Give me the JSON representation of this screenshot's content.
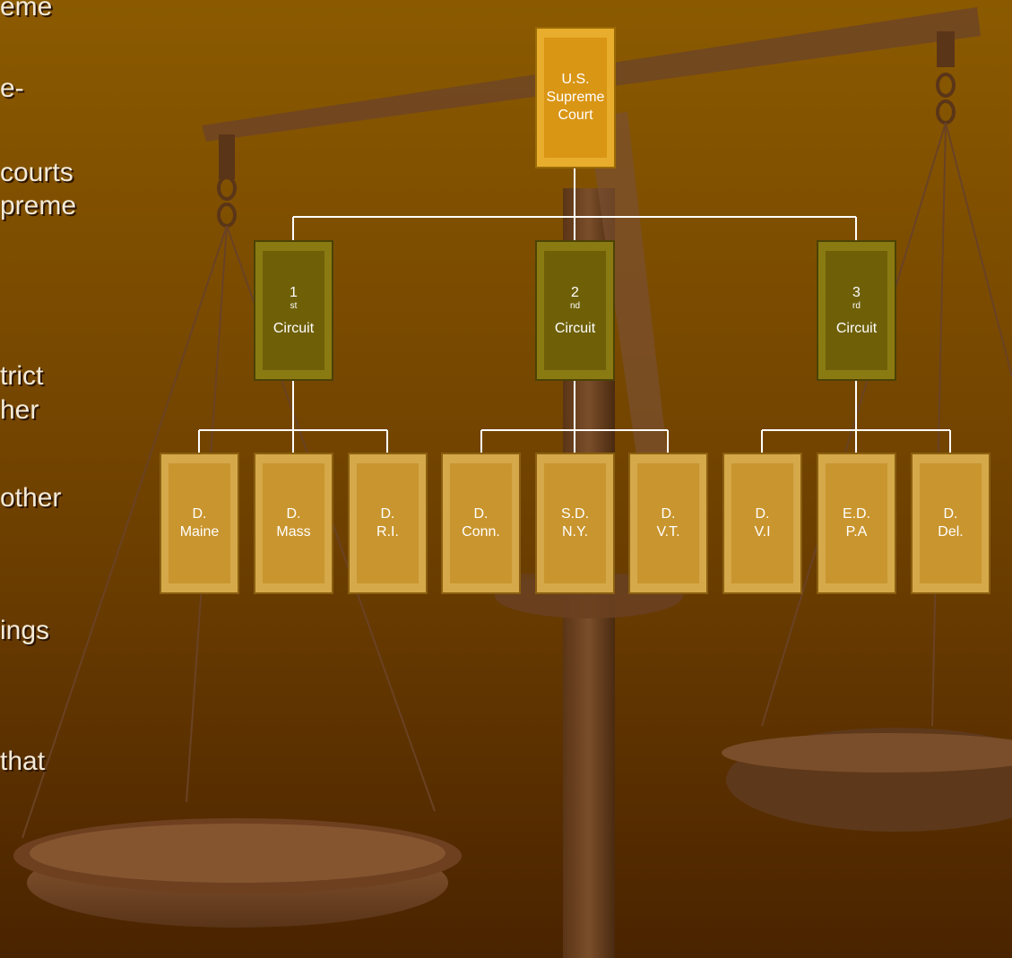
{
  "slide_text_fragments": [
    "eme",
    "e-",
    "courts",
    "preme",
    "trict",
    "her",
    "other",
    "ings",
    "that"
  ],
  "org_chart": {
    "supreme": {
      "lines": [
        "U.S.",
        "Supreme",
        "Court"
      ]
    },
    "circuits": [
      {
        "num": "1",
        "sup": "st",
        "label": "Circuit"
      },
      {
        "num": "2",
        "sup": "nd",
        "label": "Circuit"
      },
      {
        "num": "3",
        "sup": "rd",
        "label": "Circuit"
      }
    ],
    "districts": [
      {
        "line1": "D.",
        "line2": "Maine"
      },
      {
        "line1": "D.",
        "line2": "Mass"
      },
      {
        "line1": "D.",
        "line2": "R.I."
      },
      {
        "line1": "D.",
        "line2": "Conn."
      },
      {
        "line1": "S.D.",
        "line2": "N.Y."
      },
      {
        "line1": "D.",
        "line2": "V.T."
      },
      {
        "line1": "D.",
        "line2": "V.I"
      },
      {
        "line1": "E.D.",
        "line2": "P.A"
      },
      {
        "line1": "D.",
        "line2": "Del."
      }
    ]
  },
  "colors": {
    "background_top": "#8a5800",
    "background_bottom": "#4a2400",
    "connector": "#ffffff",
    "supreme_box": "#e0a020",
    "circuit_box": "#7a6a0a",
    "district_box": "#d4a040"
  }
}
